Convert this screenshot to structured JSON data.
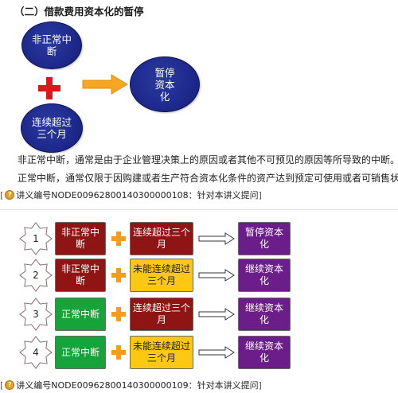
{
  "top": {
    "title": "（二）借款费用资本化的暂停",
    "circle_a": [
      "非正常中",
      "断"
    ],
    "circle_b": [
      "连续超过",
      "三个",
      "月"
    ],
    "circle_result": [
      "暂停",
      "资本",
      "化"
    ],
    "para_line1": "非正常中断，通常是由于企业管理决策上的原因或者其他不可预见的原因等所导致的中断。",
    "para_line2": "正常中断，通常仅限于因购建或者生产符合资本化条件的资产达到预定可使用或者可销售状",
    "ref1": "讲义编号NODE00962800140300000108：针对本讲义提问"
  },
  "rows": [
    {
      "num": "1",
      "cond": "非正常中断",
      "duration": "连续超过三个月",
      "result": "暂停资本化"
    },
    {
      "num": "2",
      "cond": "非正常中断",
      "duration": "未能连续超过三个月",
      "result": "继续资本化"
    },
    {
      "num": "3",
      "cond": "正常中断",
      "duration": "连续超过三个月",
      "result": "继续资本化"
    },
    {
      "num": "4",
      "cond": "正常中断",
      "duration": "未能连续超过三个月",
      "result": "继续资本化"
    }
  ],
  "ref2": "讲义编号NODE00962800140300000109：针对本讲义提问",
  "colors": {
    "circle": "#1c2688",
    "red_plus": "#e0151b",
    "orange_arrow": "#f5a623",
    "dark_red_box": "#8f1414",
    "green_box": "#15a33a",
    "yellow_box": "#fcc812",
    "purple_box": "#6b1d8a",
    "orange_plus": "#f59d1a"
  }
}
